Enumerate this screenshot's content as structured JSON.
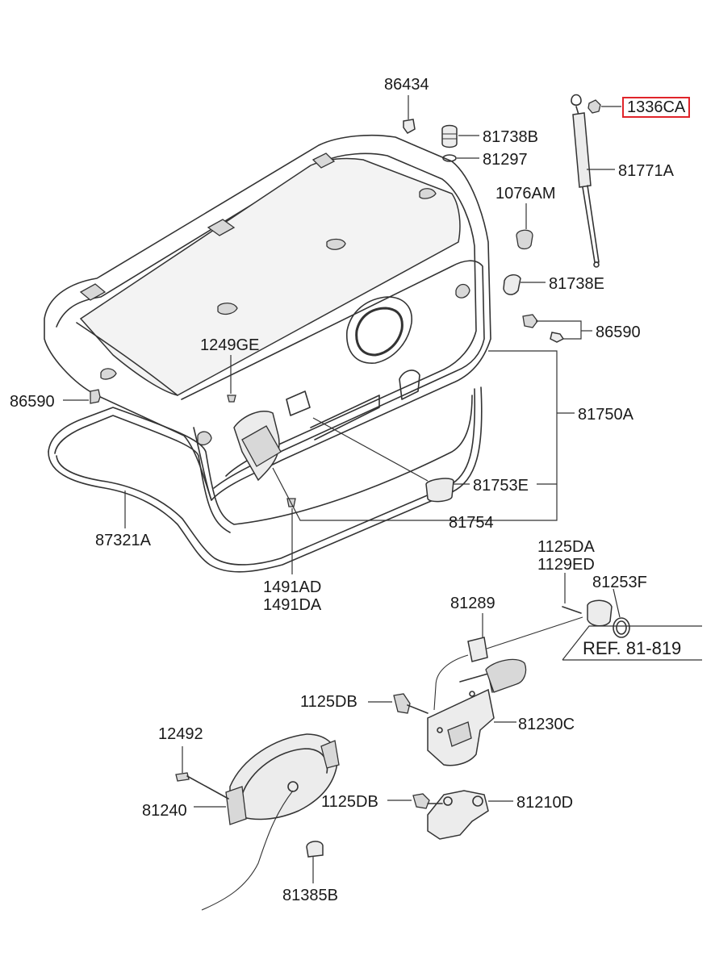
{
  "labels": {
    "p86434": "86434",
    "p81738B": "81738B",
    "p81297": "81297",
    "p1336CA": "1336CA",
    "p81771A": "81771A",
    "p1076AM": "1076AM",
    "p81738E": "81738E",
    "p86590_right": "86590",
    "p1249GE": "1249GE",
    "p86590_left": "86590",
    "p81750A": "81750A",
    "p81753E": "81753E",
    "p81754": "81754",
    "p87321A": "87321A",
    "p1491AD": "1491AD",
    "p1491DA": "1491DA",
    "p1125DA": "1125DA",
    "p1129ED": "1129ED",
    "p81253F": "81253F",
    "p81289": "81289",
    "ref": "REF. 81-819",
    "p1125DB_upper": "1125DB",
    "p81230C": "81230C",
    "p12492": "12492",
    "p81240": "81240",
    "p1125DB_lower": "1125DB",
    "p81210D": "81210D",
    "p81385B": "81385B"
  },
  "highlight_color": "#e0242a",
  "highlighted_part": "1336CA"
}
